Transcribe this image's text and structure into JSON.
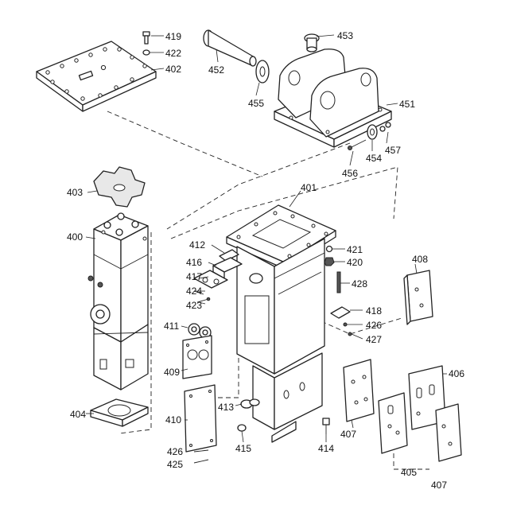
{
  "labels": {
    "p419": "419",
    "p422": "422",
    "p402": "402",
    "p452": "452",
    "p455": "455",
    "p453": "453",
    "p451": "451",
    "p457": "457",
    "p454": "454",
    "p456": "456",
    "p403": "403",
    "p400": "400",
    "p401": "401",
    "p412": "412",
    "p421": "421",
    "p420": "420",
    "p416": "416",
    "p417": "417",
    "p424": "424",
    "p423": "423",
    "p428": "428",
    "p408": "408",
    "p418": "418",
    "p426a": "426",
    "p427": "427",
    "p411": "411",
    "p409": "409",
    "p406": "406",
    "p404": "404",
    "p410": "410",
    "p413": "413",
    "p407a": "407",
    "p415": "415",
    "p414": "414",
    "p426b": "426",
    "p425": "425",
    "p405": "405",
    "p407b": "407"
  }
}
